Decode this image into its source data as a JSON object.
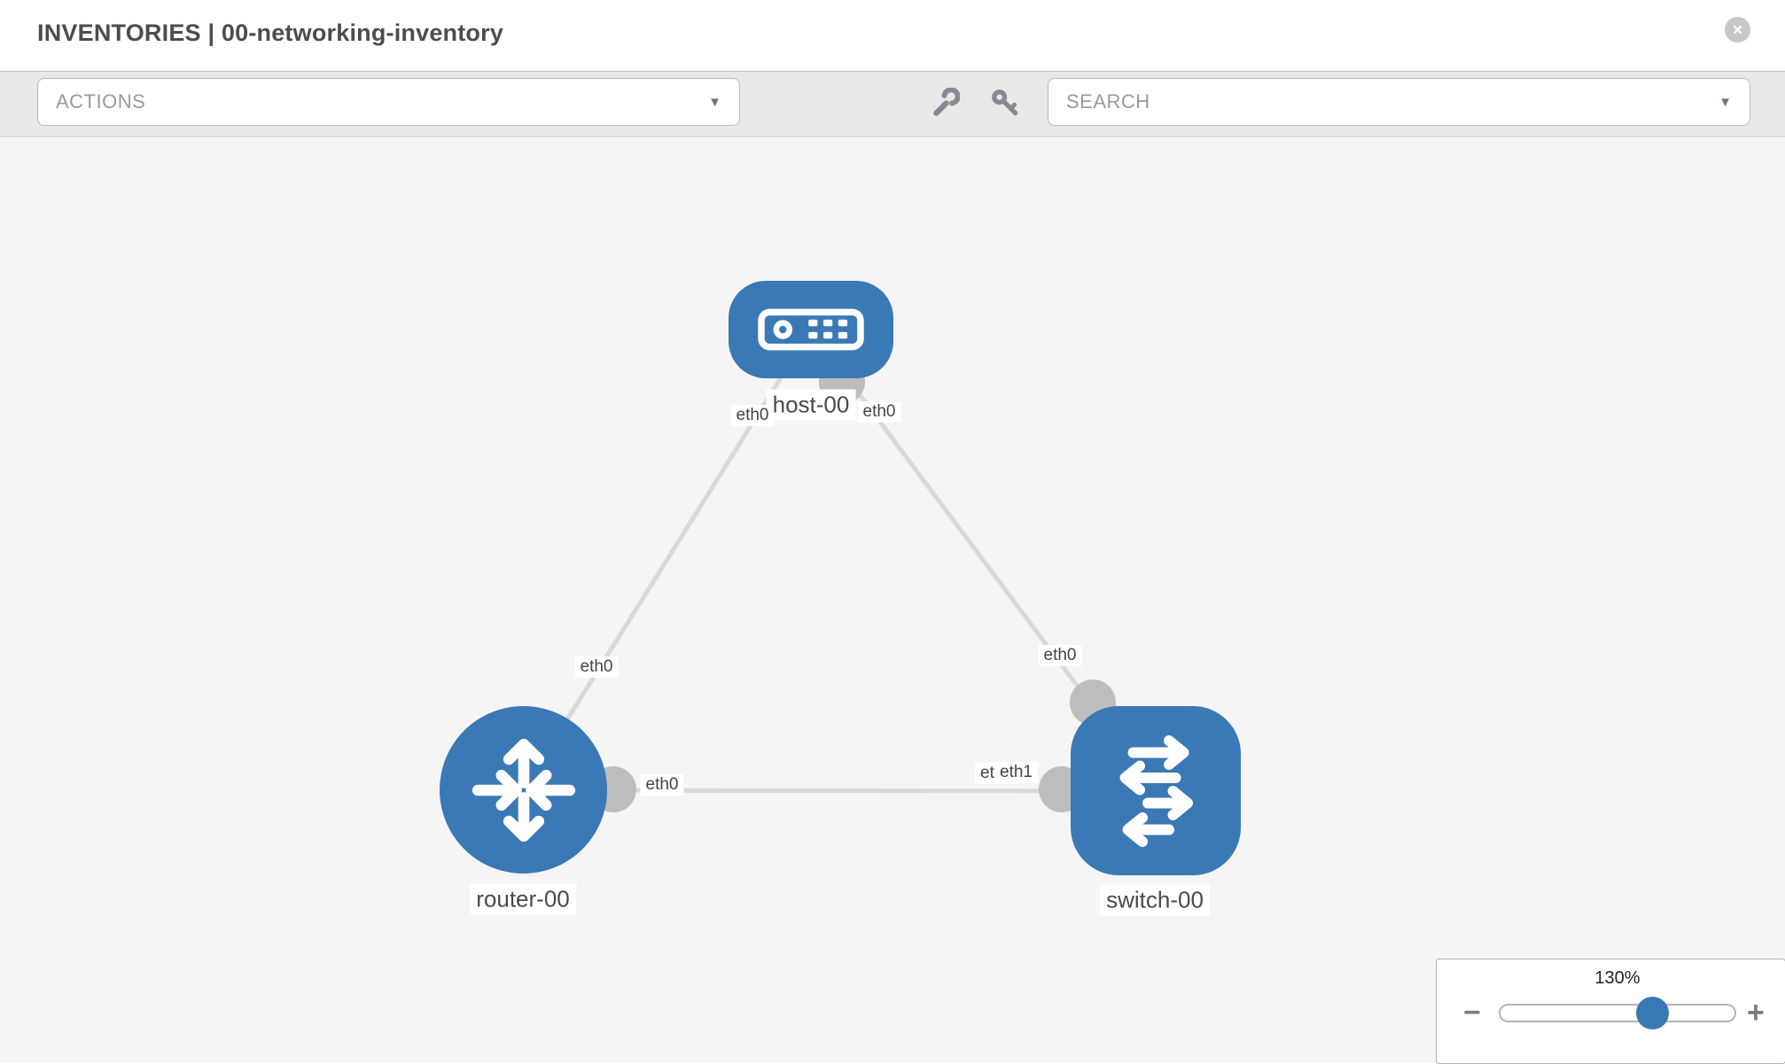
{
  "header": {
    "title": "INVENTORIES | 00-networking-inventory",
    "close_glyph": "✕"
  },
  "toolbar": {
    "actions_label": "ACTIONS",
    "search_label": "SEARCH",
    "caret_glyph": "▼",
    "icons": [
      "wrench-icon",
      "key-icon"
    ]
  },
  "topology": {
    "nodes": [
      {
        "key": "host",
        "label": "host-00",
        "type": "host"
      },
      {
        "key": "router",
        "label": "router-00",
        "type": "router"
      },
      {
        "key": "switch",
        "label": "switch-00",
        "type": "switch"
      }
    ],
    "links": [
      {
        "from": "host-00",
        "to": "router-00",
        "from_if": "eth0",
        "to_if": "eth0"
      },
      {
        "from": "host-00",
        "to": "switch-00",
        "from_if": "eth0",
        "to_if": "eth0"
      },
      {
        "from": "router-00",
        "to": "switch-00",
        "from_if": "eth0",
        "to_if": "eth1"
      }
    ],
    "iface_labels": {
      "host_to_router_at_host": "eth0",
      "host_to_switch_at_host": "eth0",
      "host_to_router_at_router": "eth0",
      "router_to_switch_at_router": "eth0",
      "host_to_switch_at_switch": "eth0",
      "router_to_switch_at_switch_back": "eth0",
      "router_to_switch_at_switch": "eth1"
    }
  },
  "zoom_control": {
    "level": "130%",
    "minus_glyph": "−",
    "plus_glyph": "+"
  },
  "colors": {
    "node_blue": "#3a79b5",
    "edge_gray": "#d9d9d9",
    "port_gray": "#bdbdbd",
    "canvas_bg": "#f5f5f5",
    "toolbar_bg": "#e9e9e9"
  }
}
